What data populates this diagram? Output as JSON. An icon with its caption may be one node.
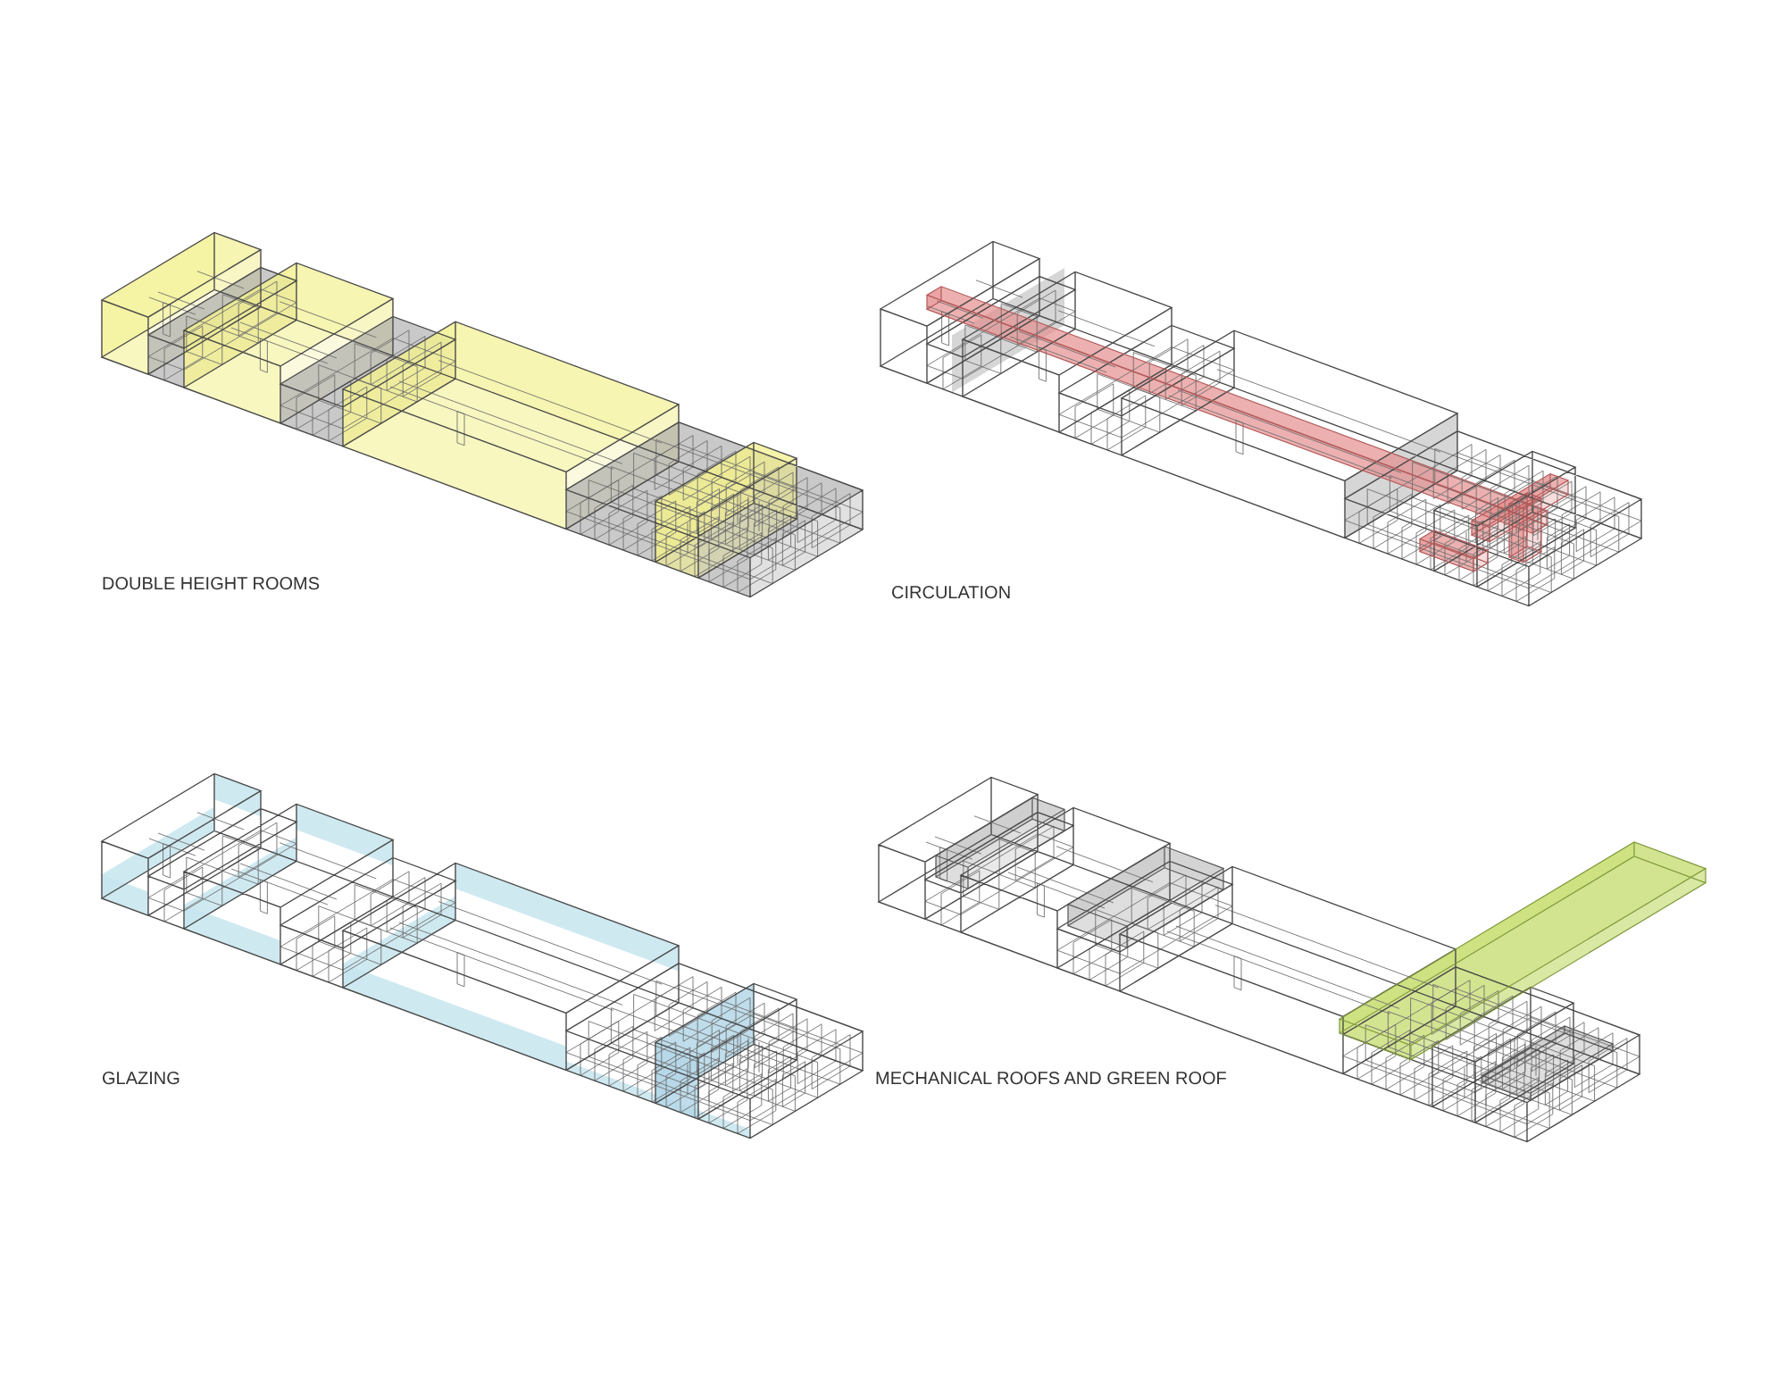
{
  "diagram": {
    "labels": [
      "DOUBLE HEIGHT ROOMS",
      "CIRCULATION",
      "GLAZING",
      "MECHANICAL ROOFS AND GREEN ROOF"
    ]
  }
}
